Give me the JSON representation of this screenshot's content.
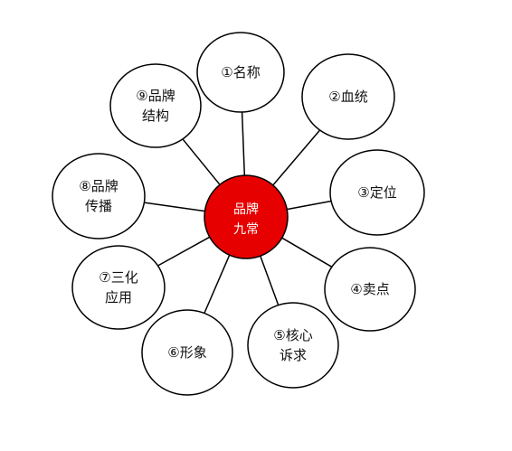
{
  "hub": {
    "lines": [
      "品牌",
      "九常"
    ],
    "fill": "#e60000",
    "stroke": "#000000"
  },
  "nodes": [
    {
      "id": "name",
      "lines": [
        "①名称"
      ]
    },
    {
      "id": "bloodline",
      "lines": [
        "②血统"
      ]
    },
    {
      "id": "positioning",
      "lines": [
        "③定位"
      ]
    },
    {
      "id": "selling",
      "lines": [
        "④卖点"
      ]
    },
    {
      "id": "core",
      "lines": [
        "⑤核心",
        "诉求"
      ]
    },
    {
      "id": "image",
      "lines": [
        "⑥形象"
      ]
    },
    {
      "id": "three",
      "lines": [
        "⑦三化",
        "应用"
      ]
    },
    {
      "id": "spread",
      "lines": [
        "⑧品牌",
        "传播"
      ]
    },
    {
      "id": "structure",
      "lines": [
        "⑨品牌",
        "结构"
      ]
    }
  ],
  "colors": {
    "node_fill": "#ffffff",
    "node_stroke": "#000000",
    "line": "#000000"
  }
}
